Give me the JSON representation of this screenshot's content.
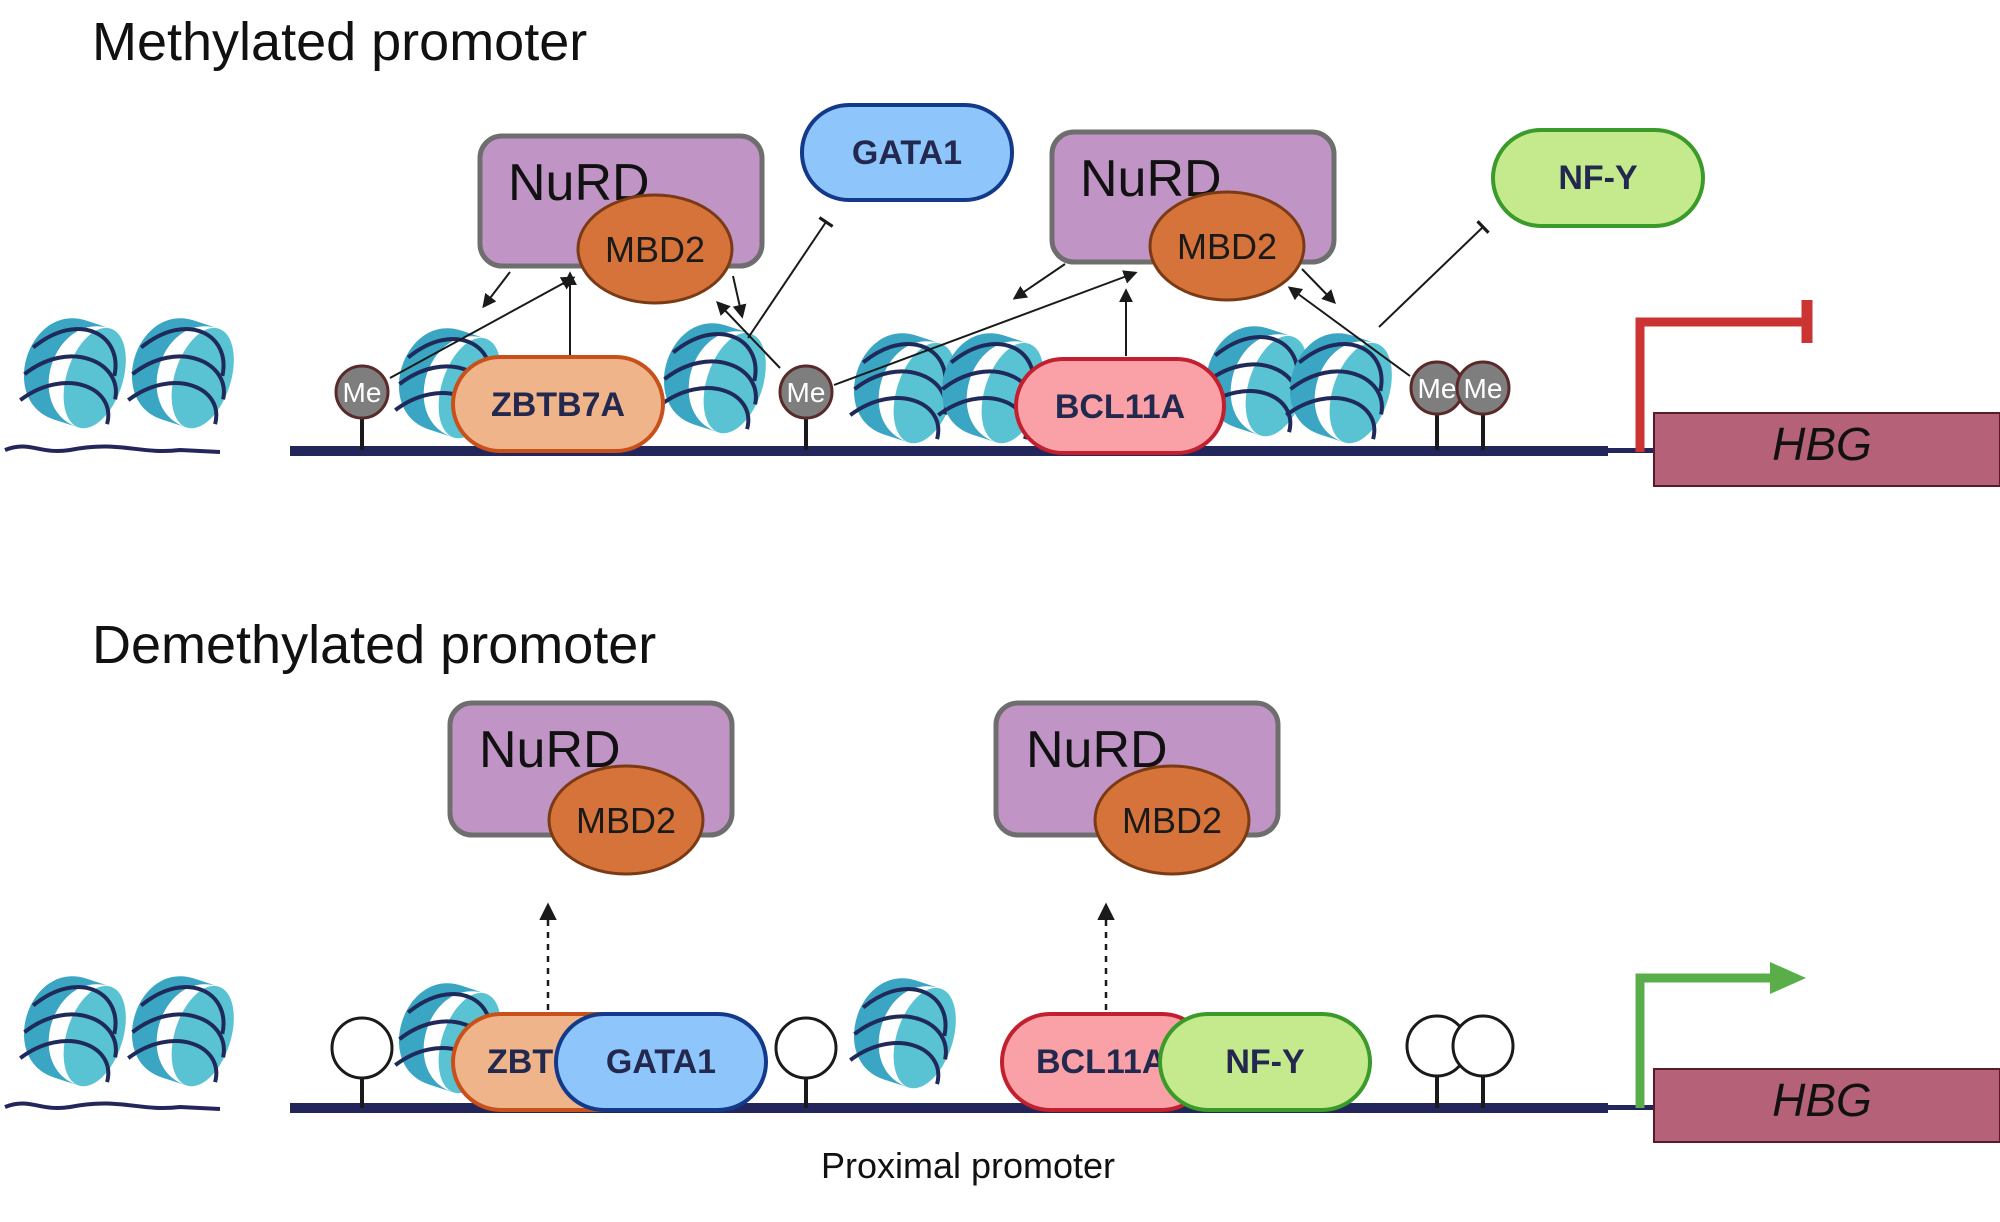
{
  "panels": {
    "methylated": {
      "title": "Methylated promoter",
      "nurd_left": {
        "label": "NuRD",
        "sub": "MBD2"
      },
      "nurd_right": {
        "label": "NuRD",
        "sub": "MBD2"
      },
      "factors": [
        "ZBTB7A",
        "GATA1",
        "BCL11A",
        "NF-Y"
      ],
      "methyl_mark": "Me",
      "gene": "HBG",
      "promoter_state": "repressed"
    },
    "demethylated": {
      "title": "Demethylated promoter",
      "nurd_left": {
        "label": "NuRD",
        "sub": "MBD2"
      },
      "nurd_right": {
        "label": "NuRD",
        "sub": "MBD2"
      },
      "factors": [
        "ZBT",
        "GATA1",
        "BCL11A",
        "NF-Y"
      ],
      "gene": "HBG",
      "promoter_state": "active"
    }
  },
  "footer": "Proximal promoter",
  "colors": {
    "nucleosome": "#59c3d3",
    "nucleosome_dark": "#2a9cbc",
    "dna": "#23265a",
    "nurd": "#c194c6",
    "mbd2": "#d6733a",
    "zbtb7a": "#f0b48b",
    "gata1": "#8ec5fb",
    "bcl11a": "#f9a1a6",
    "nfy": "#c4ea8d",
    "gene": "#b56178",
    "repressed_arrow": "#cc3333",
    "active_arrow": "#5aae4a",
    "methyl": "#7e7e7e"
  }
}
